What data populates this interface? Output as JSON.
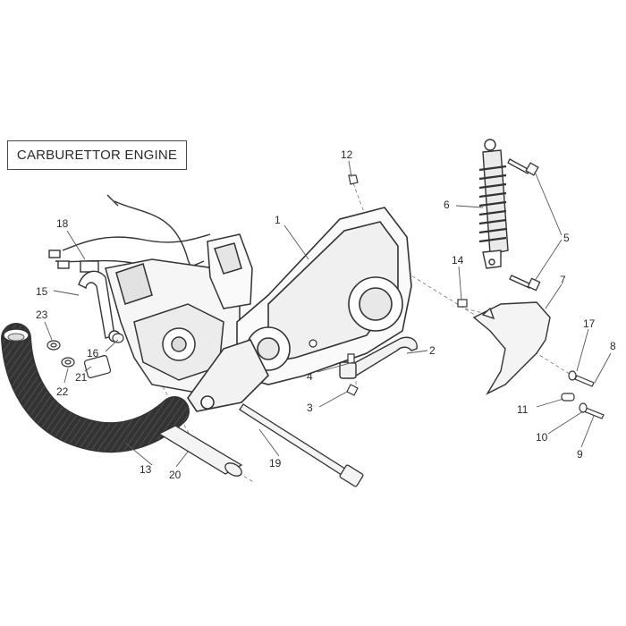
{
  "title": "CARBURETTOR ENGINE",
  "callouts": [
    {
      "id": "c1",
      "label": "1"
    },
    {
      "id": "c2",
      "label": "2"
    },
    {
      "id": "c3",
      "label": "3"
    },
    {
      "id": "c4",
      "label": "4"
    },
    {
      "id": "c5",
      "label": "5"
    },
    {
      "id": "c6",
      "label": "6"
    },
    {
      "id": "c7",
      "label": "7"
    },
    {
      "id": "c8",
      "label": "8"
    },
    {
      "id": "c9",
      "label": "9"
    },
    {
      "id": "c10",
      "label": "10"
    },
    {
      "id": "c11",
      "label": "11"
    },
    {
      "id": "c12",
      "label": "12"
    },
    {
      "id": "c13",
      "label": "13"
    },
    {
      "id": "c14",
      "label": "14"
    },
    {
      "id": "c15",
      "label": "15"
    },
    {
      "id": "c16",
      "label": "16"
    },
    {
      "id": "c17",
      "label": "17"
    },
    {
      "id": "c18",
      "label": "18"
    },
    {
      "id": "c19",
      "label": "19"
    },
    {
      "id": "c20",
      "label": "20"
    },
    {
      "id": "c21",
      "label": "21"
    },
    {
      "id": "c22",
      "label": "22"
    },
    {
      "id": "c23",
      "label": "23"
    }
  ],
  "colors": {
    "line": "#3a3a3a",
    "leader": "#555555",
    "ink": "#2a2a2a",
    "shade": "#d9d9d9"
  }
}
